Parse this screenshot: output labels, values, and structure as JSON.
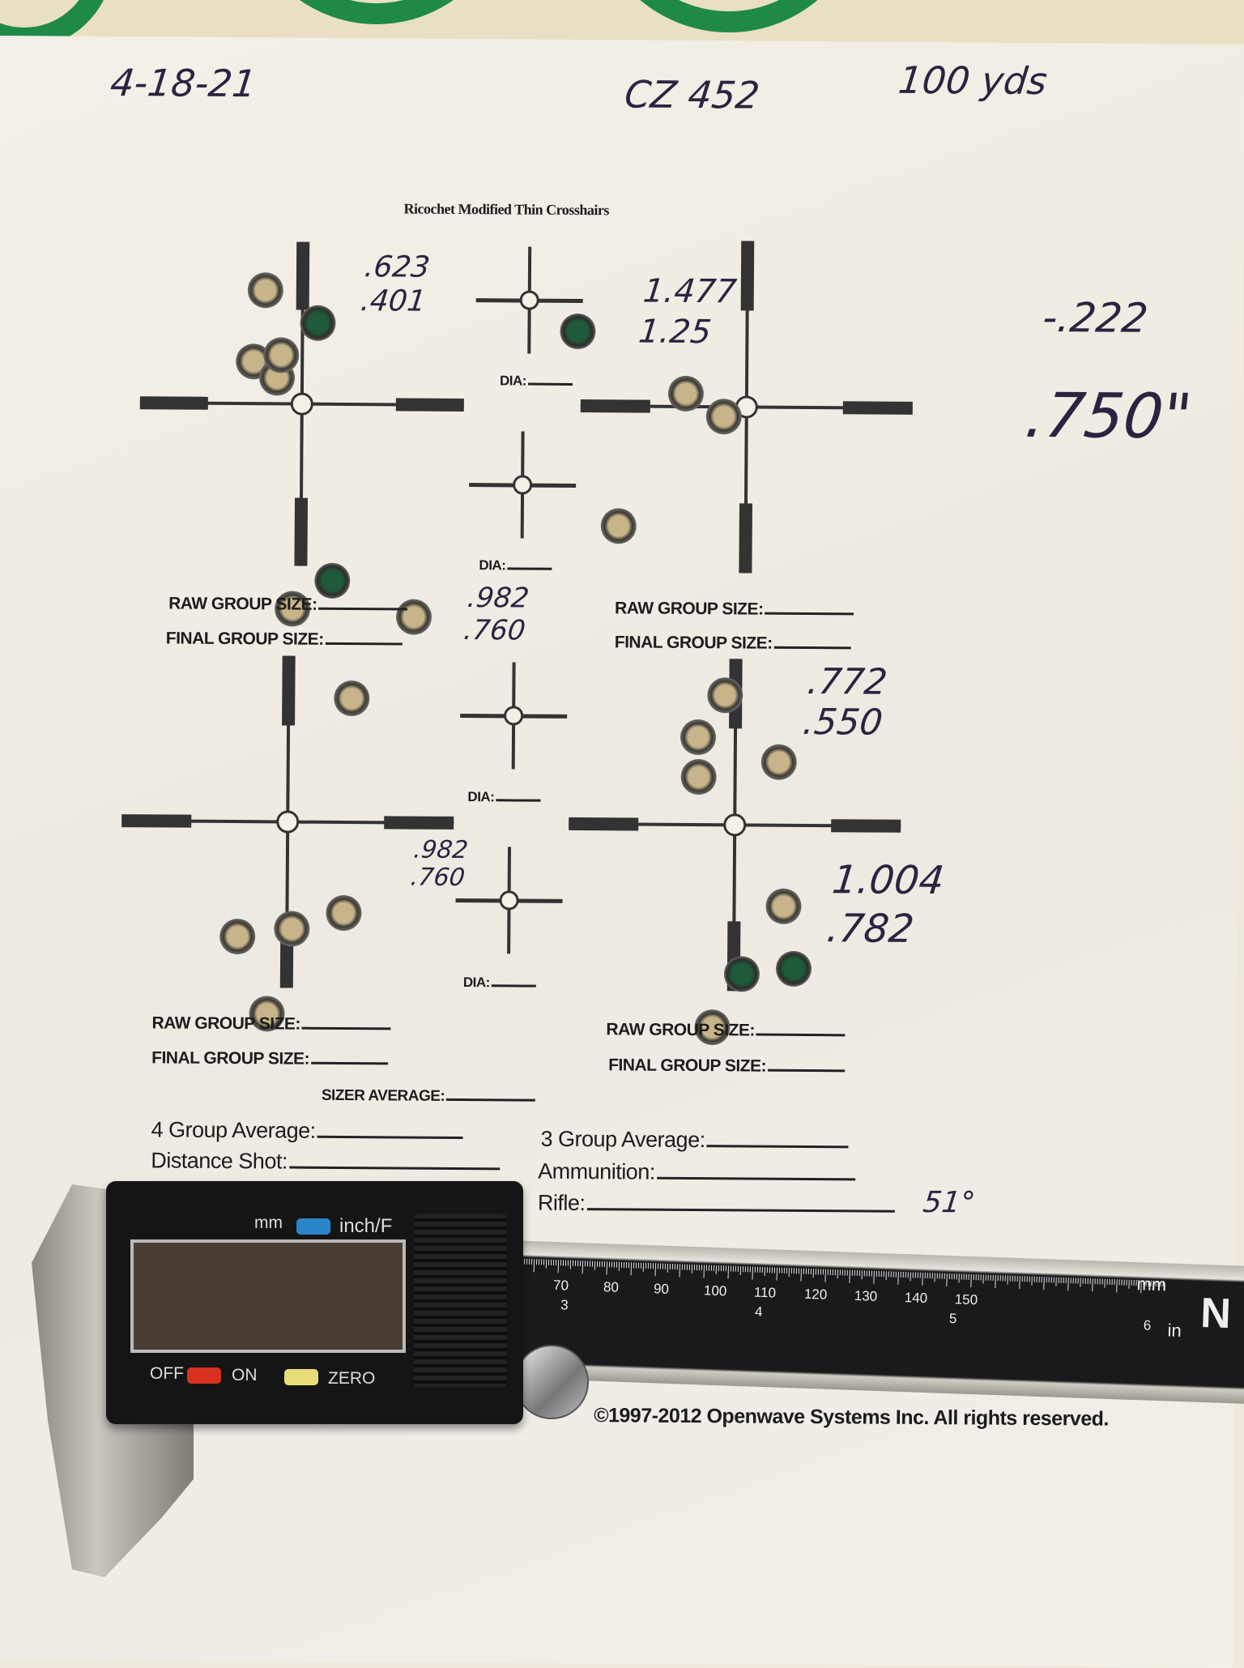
{
  "handwritten": {
    "date": "4-18-21",
    "rifle": "CZ 452",
    "distance": "100 yds",
    "adjust": "-.222",
    "group_total": ".750\"",
    "temp": "51°",
    "group_tl": [
      ".623",
      ".401"
    ],
    "group_tr": [
      "1.477",
      "1.25"
    ],
    "group_mid": [
      ".982",
      ".760"
    ],
    "group_br_top": [
      ".772",
      ".550"
    ],
    "group_bl": [
      ".982",
      ".760"
    ],
    "group_br": [
      "1.004",
      ".782"
    ]
  },
  "form": {
    "title": "Ricochet Modified Thin Crosshairs",
    "dia_label": "DIA:",
    "raw_label": "RAW GROUP SIZE:",
    "final_label": "FINAL GROUP SIZE:",
    "sizer_average": "SIZER AVERAGE:",
    "four_group": "4 Group Average:",
    "three_group": "3 Group Average:",
    "distance_shot": "Distance Shot:",
    "ammunition": "Ammunition:",
    "rifle": "Rifle:",
    "copyright": "©1997-2012 Openwave Systems Inc. All rights reserved."
  },
  "caliper": {
    "mm_label": "mm",
    "inch_label": "inch/F",
    "off_label": "OFF",
    "on_label": "ON",
    "zero_label": "ZERO",
    "mm_unit": "mm",
    "in_unit": "in",
    "mm_ticks": [
      "70",
      "80",
      "90",
      "100",
      "110",
      "120",
      "130",
      "140",
      "150"
    ],
    "in_ticks": [
      "3",
      "4",
      "5",
      "6"
    ],
    "brand": "N",
    "colors": {
      "mode_button": "#2a86c8",
      "power_button": "#d8321e",
      "zero_button": "#e8dc7a"
    }
  }
}
